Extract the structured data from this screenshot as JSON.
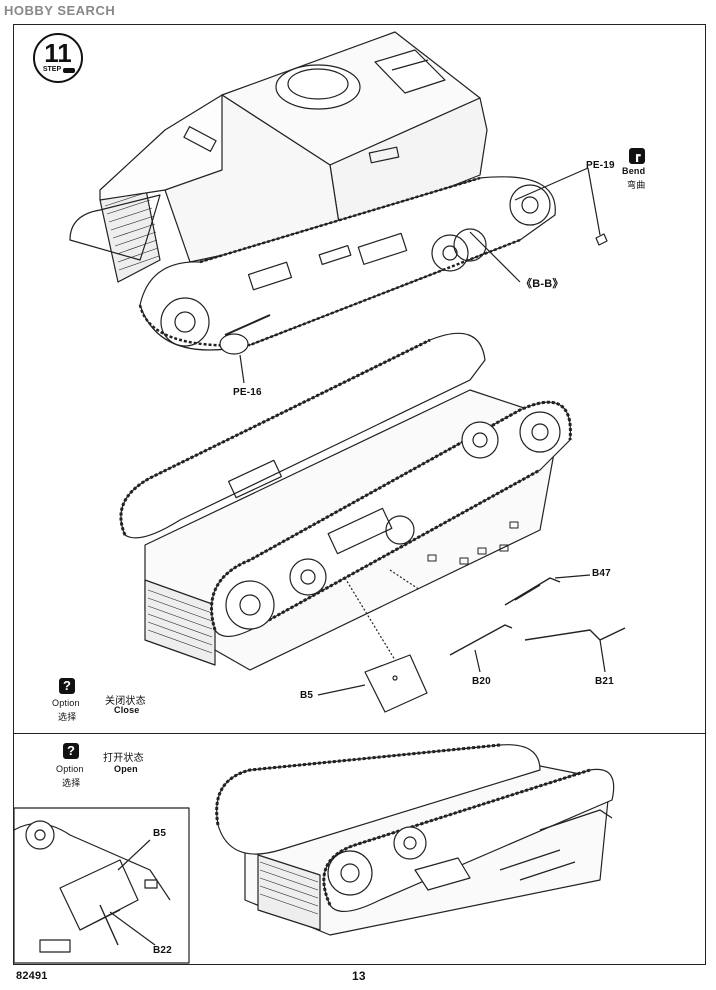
{
  "watermark": "HOBBY SEARCH",
  "step": {
    "number": "11",
    "label": "STEP"
  },
  "parts": {
    "pe19": "PE-19",
    "pe16": "PE-16",
    "bb": "《B-B》",
    "b47": "B47",
    "b20": "B20",
    "b21": "B21",
    "b5": "B5",
    "b5_inset": "B5",
    "b22": "B22"
  },
  "bend": {
    "en": "Bend",
    "cn": "弯曲"
  },
  "option_close": {
    "icon": "?",
    "en": "Option",
    "cn": "选择",
    "state_cn": "关闭状态",
    "state_en": "Close"
  },
  "option_open": {
    "icon": "?",
    "en": "Option",
    "cn": "选择",
    "state_cn": "打开状态",
    "state_en": "Open"
  },
  "footer": {
    "code": "82491",
    "page": "13"
  },
  "colors": {
    "ink": "#111111",
    "paper": "#ffffff",
    "line": "#222222"
  }
}
